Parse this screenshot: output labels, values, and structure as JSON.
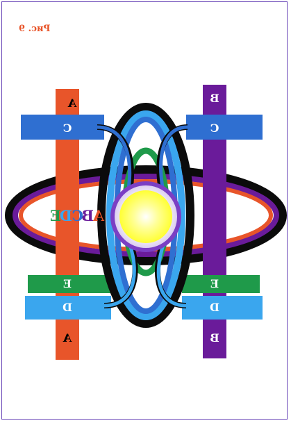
{
  "caption": "Рис. 9",
  "center_text": [
    "A",
    "B",
    "C",
    "D",
    "E"
  ],
  "tabs": {
    "left_top_a": "A",
    "left_top_c": "C",
    "left_bottom_e": "E",
    "left_bottom_d": "D",
    "left_bottom_a": "A",
    "right_top_b": "B",
    "right_top_c": "C",
    "right_bottom_e": "E",
    "right_bottom_d": "D",
    "right_bottom_b": "B"
  },
  "colors": {
    "frame": "#6a46b8",
    "caption": "#e8552a",
    "a_band": "#e8552a",
    "b_band": "#6a1b9a",
    "c_band": "#2f6fd1",
    "d_band": "#3aa6ee",
    "e_band": "#1f9a4a",
    "black_ring": "#0b0b0b",
    "sun_core": "#ffff66",
    "sun_glow": "#ffffff",
    "sun_ring": "#7b3fc4"
  },
  "icons": [
    "abcde-ring-diagram"
  ]
}
